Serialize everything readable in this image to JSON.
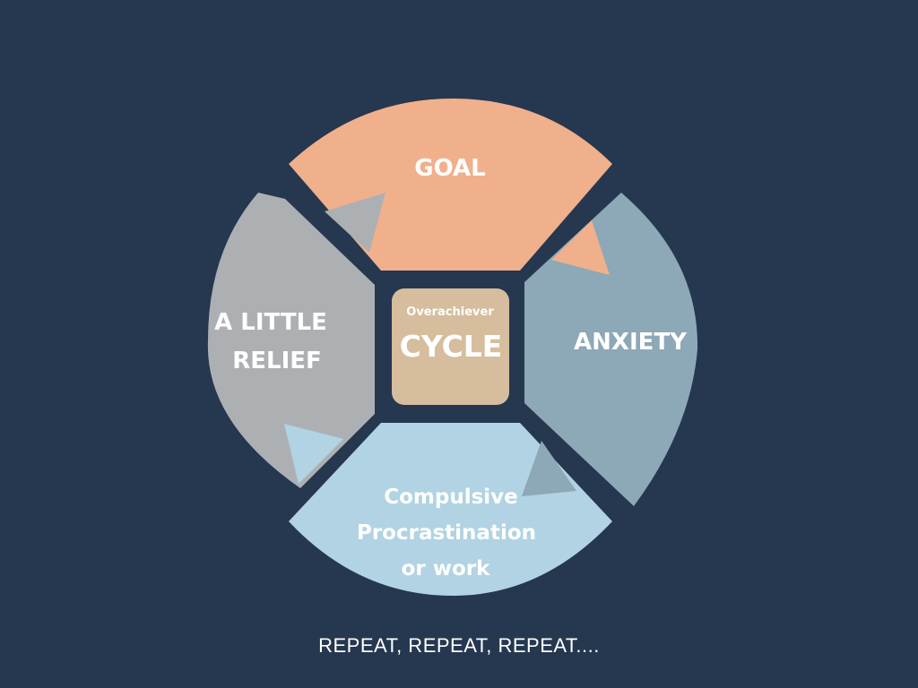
{
  "diagram": {
    "center": {
      "subtitle": "Overachiever",
      "title": "CYCLE",
      "color": "#d6bd9e"
    },
    "segments": {
      "goal": {
        "label": "GOAL",
        "color": "#f0b08b"
      },
      "anxiety": {
        "label": "ANXIETY",
        "color": "#8da8b7"
      },
      "compulsive": {
        "line1": "Compulsive",
        "line2": "Procrastination",
        "line3": "or work",
        "color": "#b1d3e3"
      },
      "relief": {
        "line1": "A LITTLE",
        "line2": "RELIEF",
        "color": "#adb0b3"
      }
    },
    "footer": "REPEAT, REPEAT, REPEAT...."
  }
}
